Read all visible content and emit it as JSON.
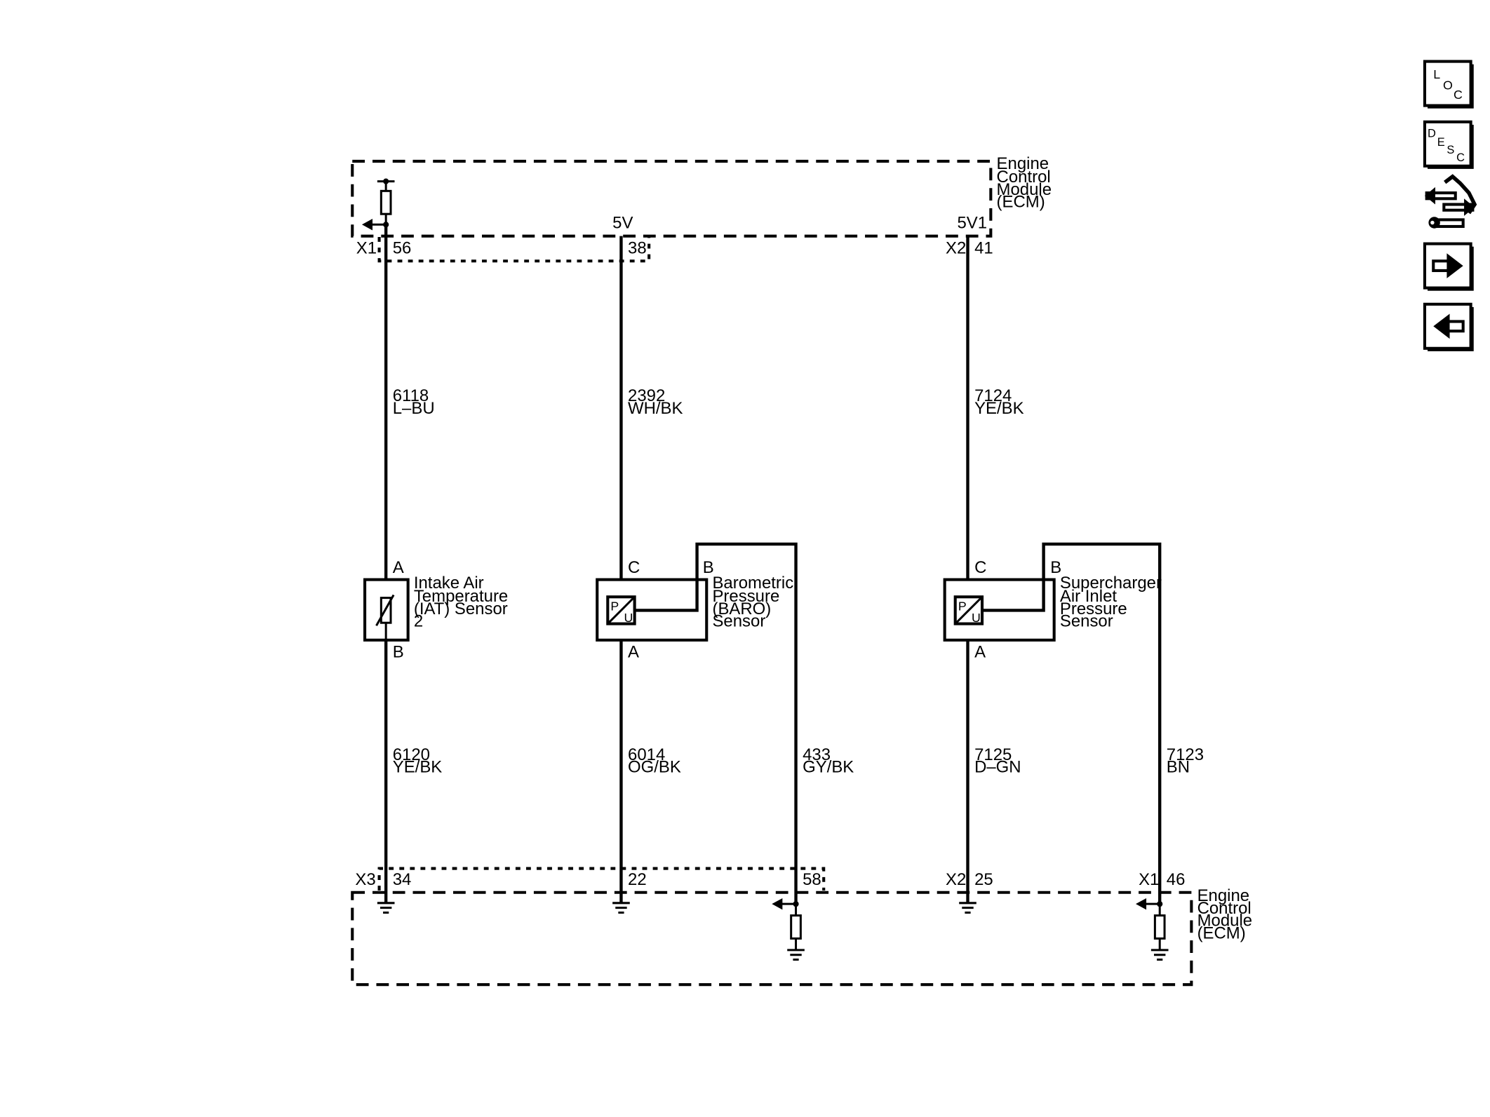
{
  "ecm_top": {
    "label_lines": [
      "Engine",
      "Control",
      "Module",
      "(ECM)"
    ],
    "supply_5v": "5V",
    "supply_5v1": "5V1"
  },
  "ecm_bottom": {
    "label_lines": [
      "Engine",
      "Control",
      "Module",
      "(ECM)"
    ]
  },
  "connectors": {
    "top": [
      {
        "conn": "X1",
        "pin": "56"
      },
      {
        "conn": "",
        "pin": "38"
      },
      {
        "conn": "X2",
        "pin": "41"
      }
    ],
    "bottom": [
      {
        "conn": "X3",
        "pin": "34"
      },
      {
        "conn": "",
        "pin": "22"
      },
      {
        "conn": "",
        "pin": "58"
      },
      {
        "conn": "X2",
        "pin": "25"
      },
      {
        "conn": "X1",
        "pin": "46"
      }
    ]
  },
  "wires": {
    "iat_signal": {
      "circuit": "6118",
      "color": "L–BU"
    },
    "iat_low": {
      "circuit": "6120",
      "color": "YE/BK"
    },
    "baro_5v": {
      "circuit": "2392",
      "color": "WH/BK"
    },
    "baro_low": {
      "circuit": "6014",
      "color": "OG/BK"
    },
    "baro_signal": {
      "circuit": "433",
      "color": "GY/BK"
    },
    "sc_5v": {
      "circuit": "7124",
      "color": "YE/BK"
    },
    "sc_low": {
      "circuit": "7125",
      "color": "D–GN"
    },
    "sc_signal": {
      "circuit": "7123",
      "color": "BN"
    }
  },
  "sensors": {
    "iat": {
      "label_lines": [
        "Intake Air",
        "Temperature",
        "(IAT) Sensor",
        "2"
      ],
      "pin_top": "A",
      "pin_bottom": "B"
    },
    "baro": {
      "label_lines": [
        "Barometric",
        "Pressure",
        "(BARO)",
        "Sensor"
      ],
      "pin_c": "C",
      "pin_b": "B",
      "pin_a": "A",
      "symbol_p": "P",
      "symbol_u": "U"
    },
    "sc": {
      "label_lines": [
        "Supercharger",
        "Air Inlet",
        "Pressure",
        "Sensor"
      ],
      "pin_c": "C",
      "pin_b": "B",
      "pin_a": "A",
      "symbol_p": "P",
      "symbol_u": "U"
    }
  },
  "nav": {
    "loc": {
      "letters": [
        "L",
        "O",
        "C"
      ]
    },
    "desc": {
      "letters": [
        "D",
        "E",
        "S",
        "C"
      ]
    },
    "service_icon": "connector-wrench-icon",
    "next_icon": "arrow-right-icon",
    "prev_icon": "arrow-left-icon"
  }
}
